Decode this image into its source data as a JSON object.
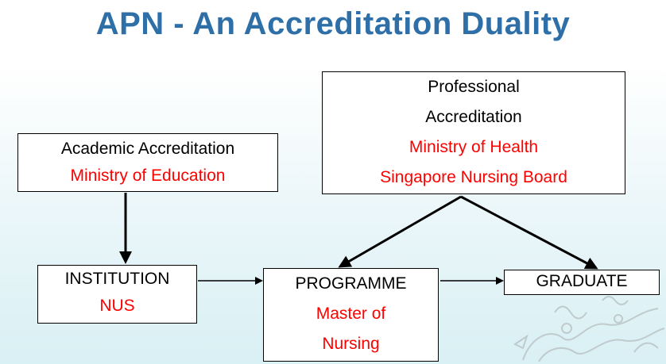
{
  "title": "APN - An Accreditation Duality",
  "boxes": {
    "academic": {
      "line1": "Academic Accreditation",
      "line2": "Ministry of Education"
    },
    "professional": {
      "line1": "Professional",
      "line2": "Accreditation",
      "line3": "Ministry of Health",
      "line4": "Singapore Nursing Board"
    },
    "institution": {
      "line1": "INSTITUTION",
      "line2": "NUS"
    },
    "programme": {
      "line1": "PROGRAMME",
      "line2": "Master of",
      "line3": "Nursing"
    },
    "graduate": {
      "line1": "GRADUATE"
    }
  },
  "colors": {
    "title": "#2f6fa8",
    "highlight": "#ff0000",
    "text": "#000000"
  },
  "decoration": "dragon-watermark"
}
